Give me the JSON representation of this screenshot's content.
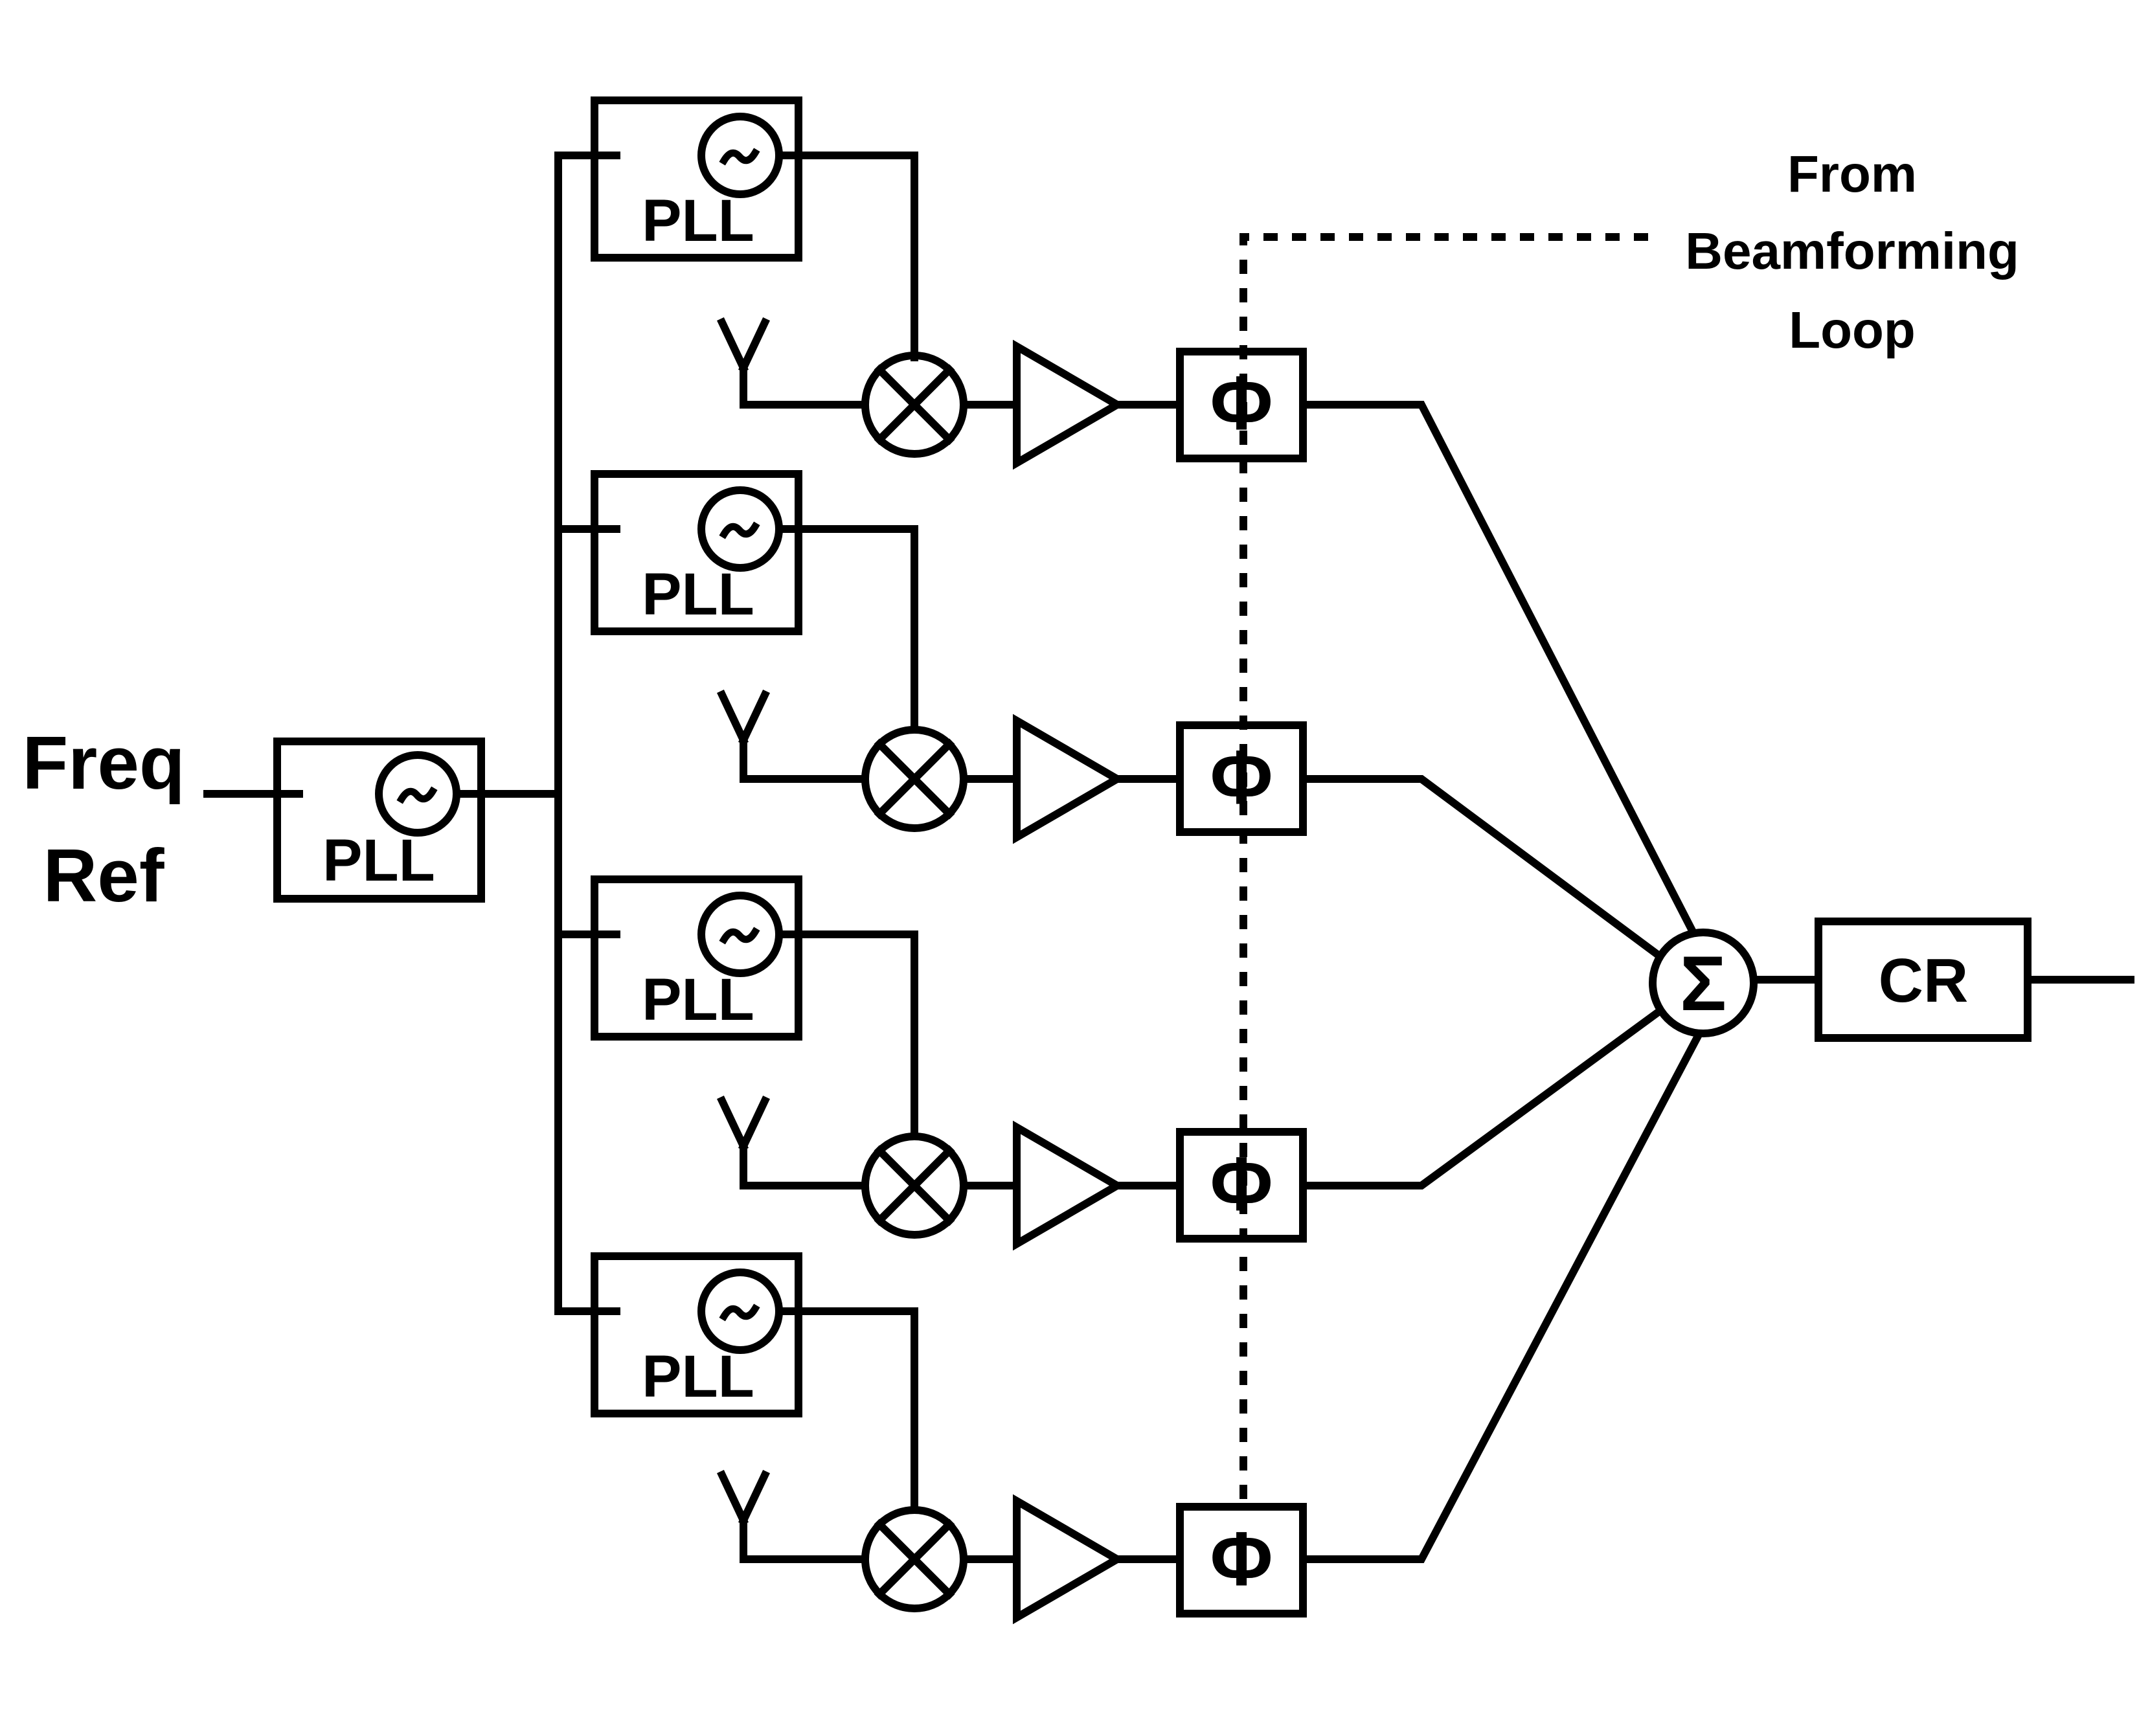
{
  "input_label": {
    "line1": "Freq",
    "line2": "Ref"
  },
  "pll_label": "PLL",
  "phase_symbol": "Φ",
  "sum_symbol": "Σ",
  "cr_label": "CR",
  "beamforming_label": {
    "line1": "From",
    "line2": "Beamforming",
    "line3": "Loop"
  },
  "channels": 4,
  "colors": {
    "stroke": "#000000",
    "background": "#ffffff"
  }
}
